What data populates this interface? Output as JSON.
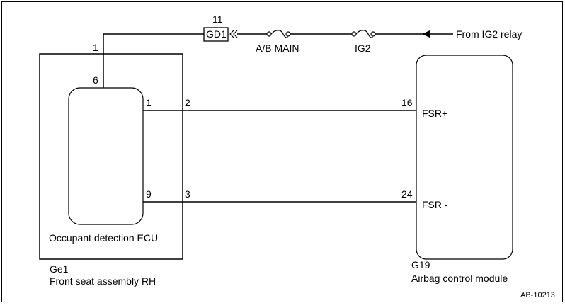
{
  "diagram": {
    "relay_label": "From IG2 relay",
    "fuse_1_label": "IG2",
    "fuse_2_label": "A/B MAIN",
    "connector_label": "GD1",
    "connector_pin": "11",
    "ecu": {
      "pin_6": "6",
      "pin_1": "1",
      "pin_9": "9",
      "name": "Occupant detection ECU"
    },
    "seat_assembly": {
      "pin_1": "1",
      "pin_2": "2",
      "pin_3": "3",
      "code": "Ge1",
      "name": "Front seat assembly RH"
    },
    "airbag_module": {
      "pin_16": "16",
      "pin_24": "24",
      "terminal_fsr_plus": "FSR+",
      "terminal_fsr_minus": "FSR -",
      "code": "G19",
      "name": "Airbag control module"
    },
    "figure_id": "AB-10213"
  },
  "colors": {
    "line": "#000000",
    "background": "#ffffff"
  }
}
